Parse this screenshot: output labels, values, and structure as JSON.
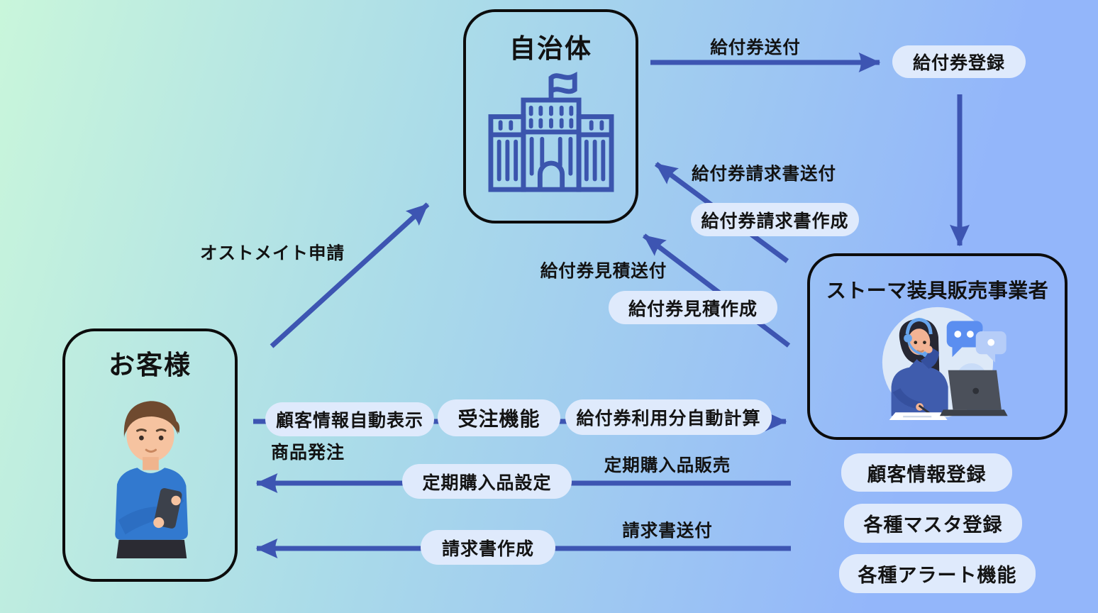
{
  "colors": {
    "bg_start": "#c9f6db",
    "bg_mid": "#aadbe9",
    "bg_end": "#93b6fa",
    "arrow": "#3d55b2",
    "pill_bg": "#dfeafc",
    "pill_text": "#141414",
    "label_text": "#121212",
    "box_border": "#0c0c0c",
    "icon_blue": "#3b55ad"
  },
  "nodes": {
    "municipality": {
      "label": "自治体",
      "icon": "government-building-icon"
    },
    "customer": {
      "label": "お客様",
      "icon": "man-using-smartphone-illustration"
    },
    "vendor": {
      "label": "ストーマ装具販売事業者",
      "icon": "call-center-operator-illustration"
    }
  },
  "pills": {
    "voucher_register": "給付券登録",
    "voucher_invoice_create": "給付券請求書作成",
    "voucher_estimate_create": "給付券見積作成",
    "customer_info_auto_display": "顧客情報自動表示",
    "order_function": "受注機能",
    "voucher_usage_auto_calc": "給付券利用分自動計算",
    "subscription_setting": "定期購入品設定",
    "invoice_create": "請求書作成",
    "customer_info_register": "顧客情報登録",
    "master_register": "各種マスタ登録",
    "alert_functions": "各種アラート機能"
  },
  "arrow_labels": {
    "voucher_send": "給付券送付",
    "voucher_invoice_send": "給付券請求書送付",
    "voucher_estimate_send": "給付券見積送付",
    "ostomate_application": "オストメイト申請",
    "product_order": "商品発注",
    "subscription_sales": "定期購入品販売",
    "invoice_send": "請求書送付"
  }
}
